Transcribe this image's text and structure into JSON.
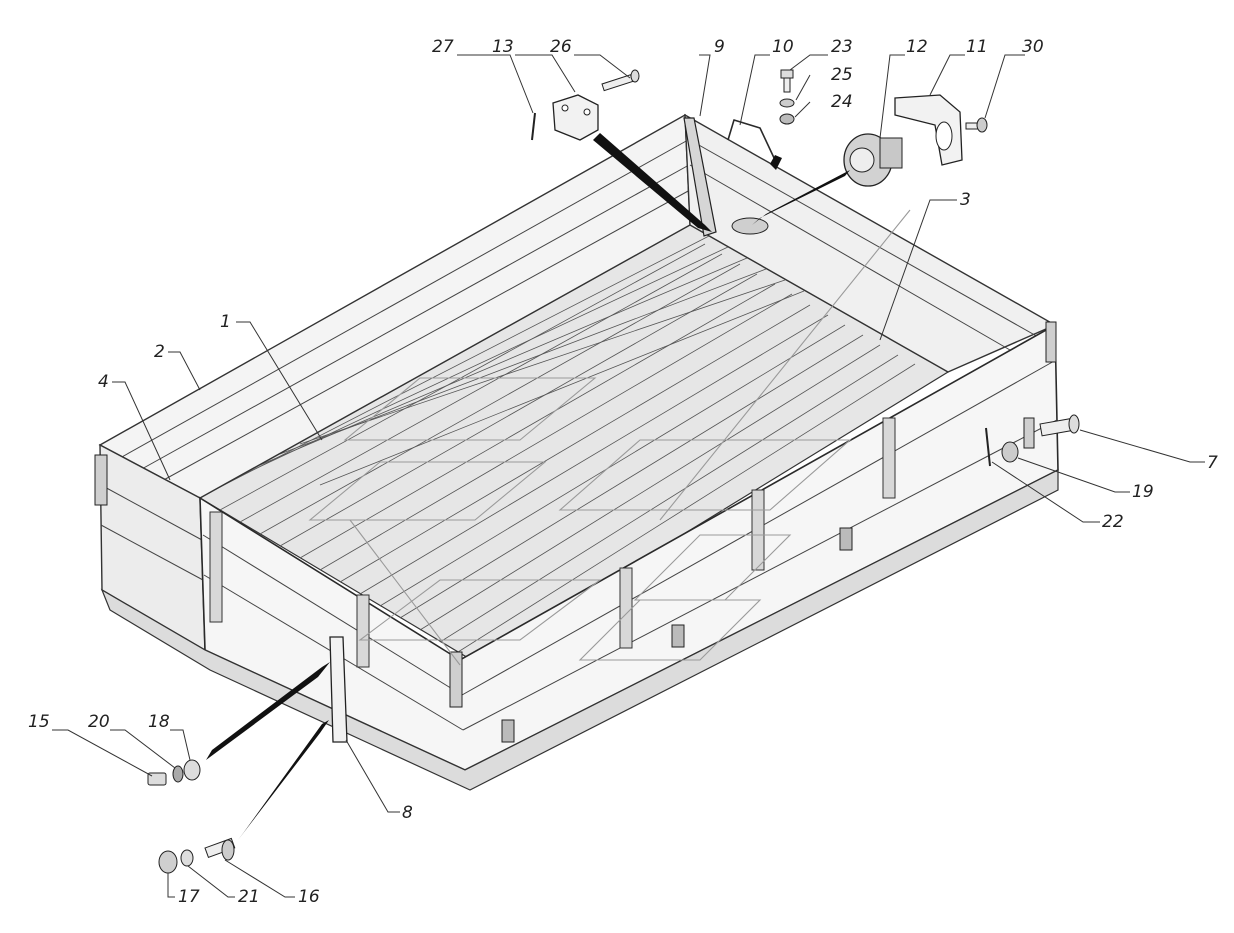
{
  "callouts": [
    {
      "id": "c27",
      "label": "27"
    },
    {
      "id": "c13",
      "label": "13"
    },
    {
      "id": "c26",
      "label": "26"
    },
    {
      "id": "c9",
      "label": "9"
    },
    {
      "id": "c10",
      "label": "10"
    },
    {
      "id": "c23",
      "label": "23"
    },
    {
      "id": "c25",
      "label": "25"
    },
    {
      "id": "c24",
      "label": "24"
    },
    {
      "id": "c12",
      "label": "12"
    },
    {
      "id": "c11",
      "label": "11"
    },
    {
      "id": "c30",
      "label": "30"
    },
    {
      "id": "c3",
      "label": "3"
    },
    {
      "id": "c1",
      "label": "1"
    },
    {
      "id": "c2",
      "label": "2"
    },
    {
      "id": "c4",
      "label": "4"
    },
    {
      "id": "c7",
      "label": "7"
    },
    {
      "id": "c19",
      "label": "19"
    },
    {
      "id": "c22",
      "label": "22"
    },
    {
      "id": "c15",
      "label": "15"
    },
    {
      "id": "c20",
      "label": "20"
    },
    {
      "id": "c18",
      "label": "18"
    },
    {
      "id": "c8",
      "label": "8"
    },
    {
      "id": "c17",
      "label": "17"
    },
    {
      "id": "c21",
      "label": "21"
    },
    {
      "id": "c16",
      "label": "16"
    }
  ]
}
